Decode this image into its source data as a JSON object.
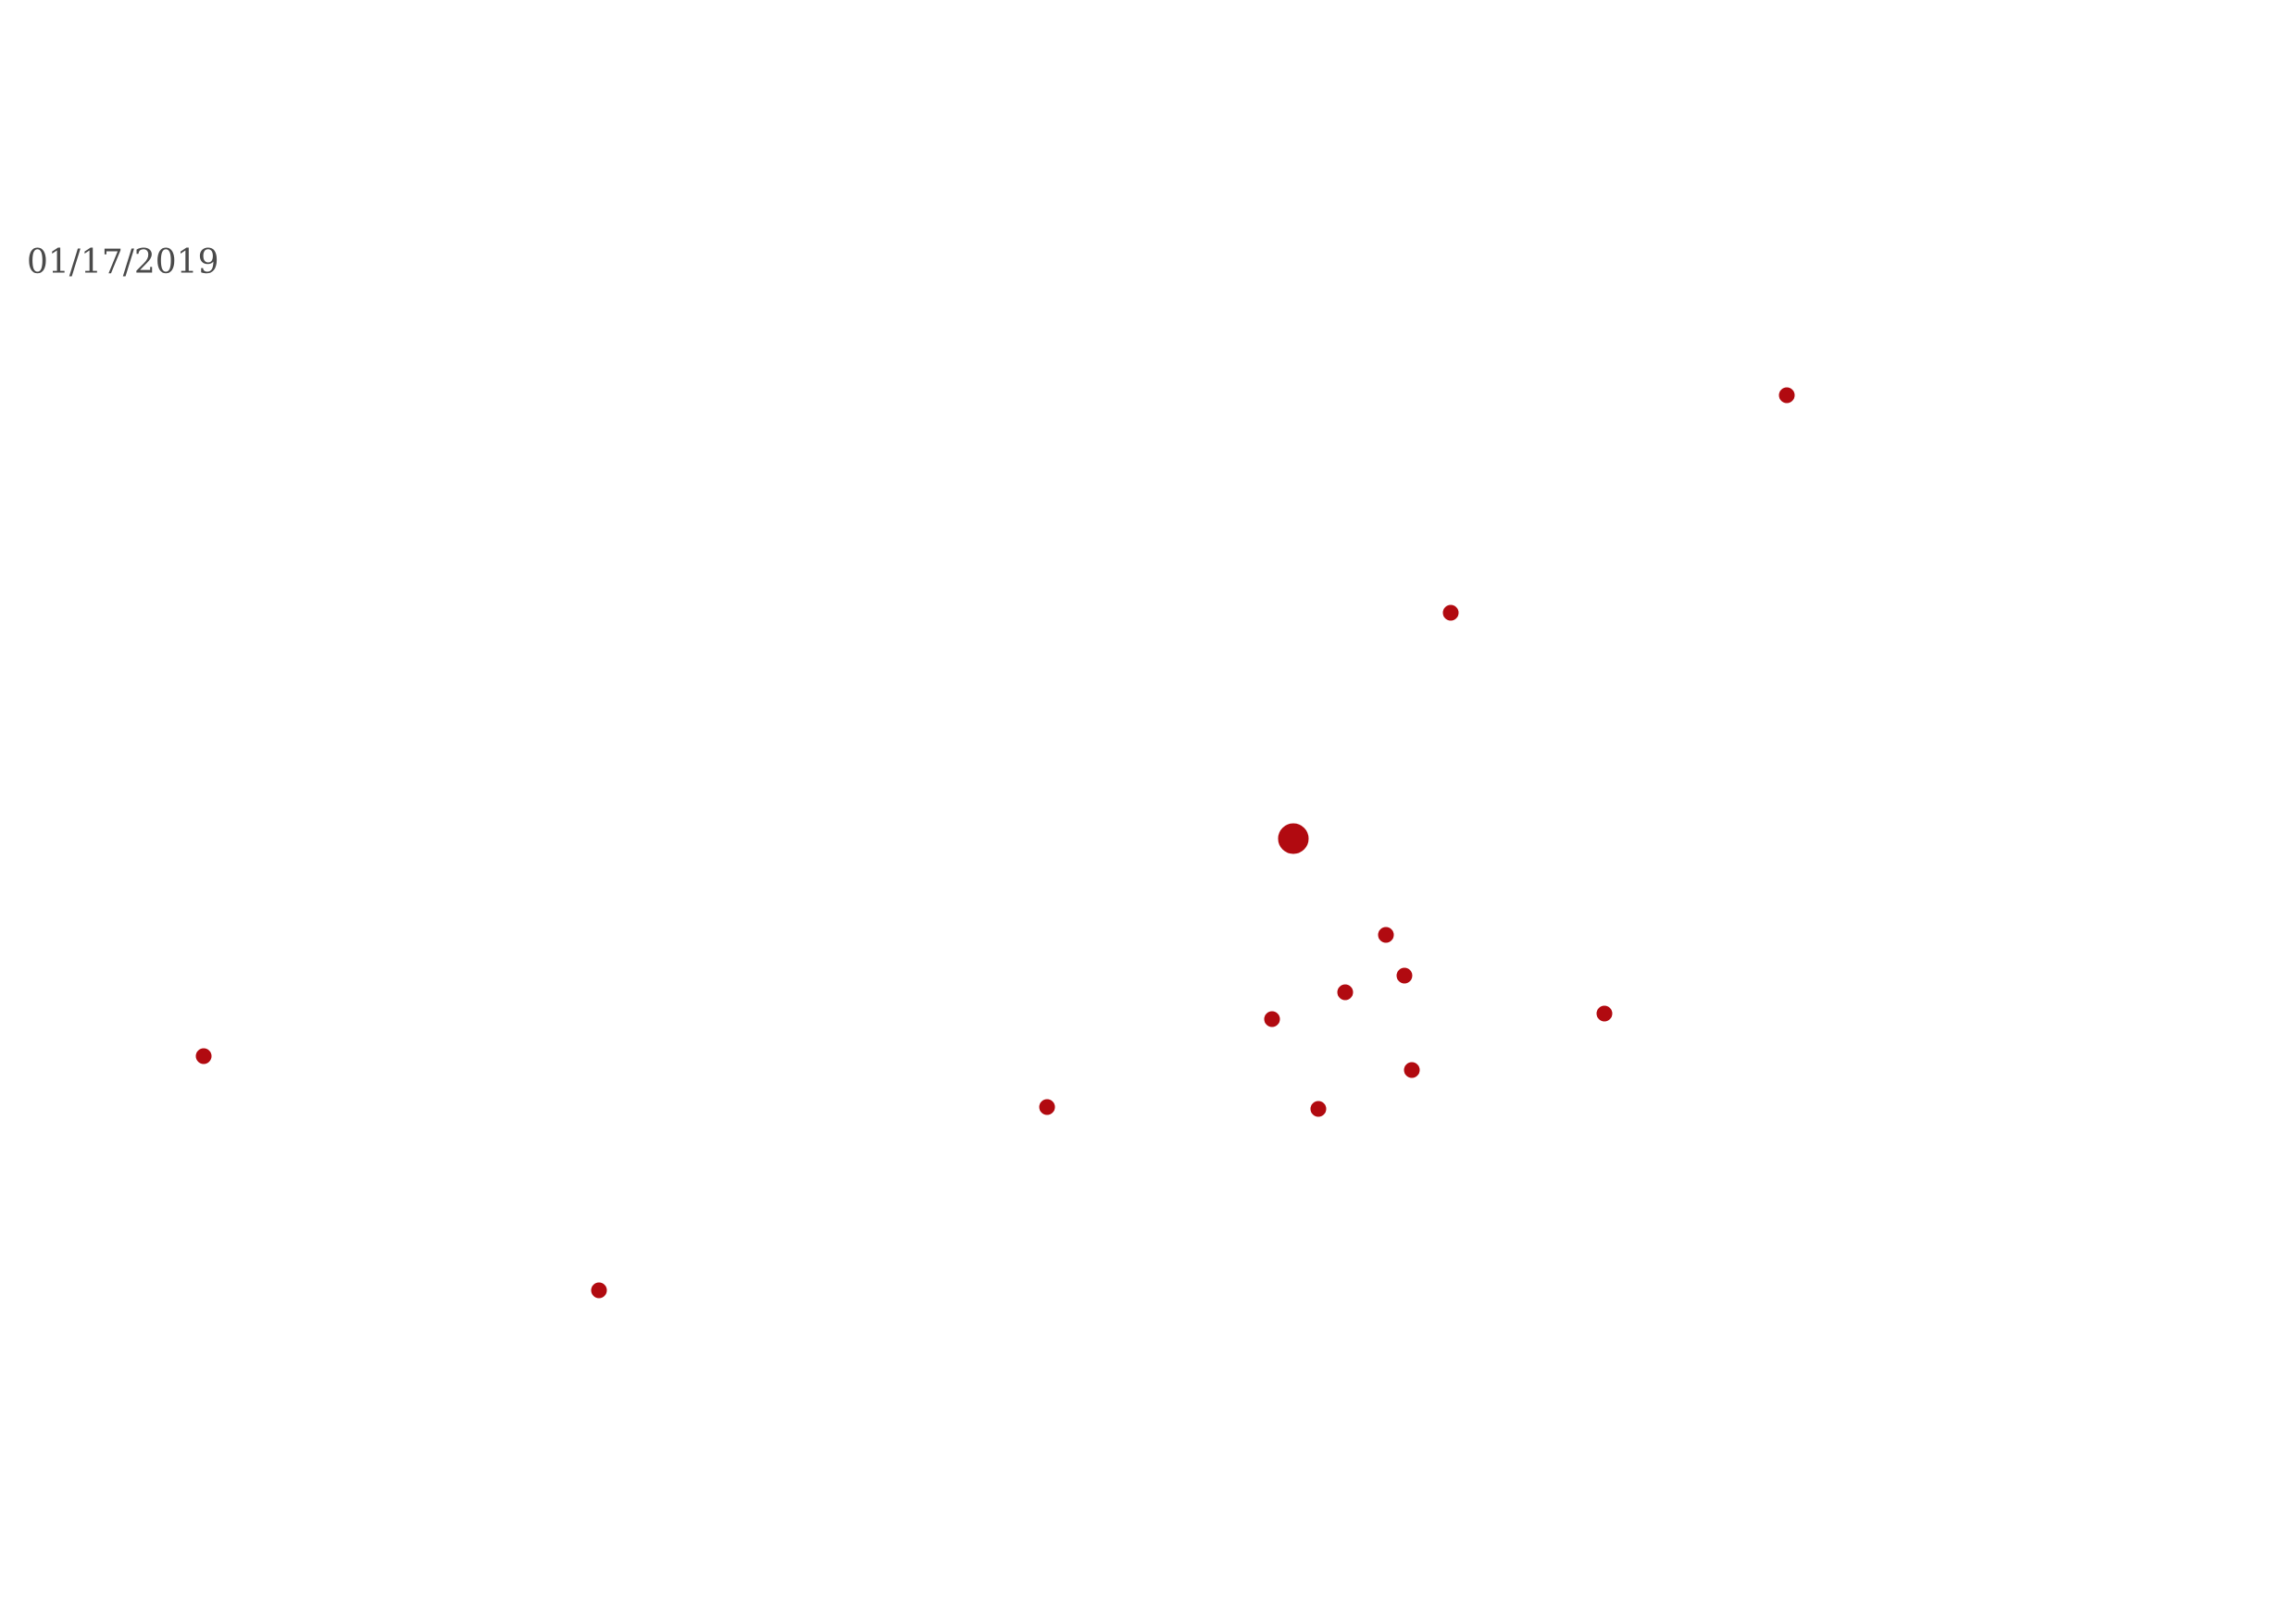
{
  "map": {
    "date_label": "01/17/2019",
    "marker_color": "#b10a10",
    "marker_stroke": "#ffffff",
    "markers": [
      {
        "id": "marker-1",
        "size": "small"
      },
      {
        "id": "marker-2",
        "size": "small"
      },
      {
        "id": "marker-3",
        "size": "large"
      },
      {
        "id": "marker-4",
        "size": "small"
      },
      {
        "id": "marker-5",
        "size": "small"
      },
      {
        "id": "marker-6",
        "size": "small"
      },
      {
        "id": "marker-7",
        "size": "small"
      },
      {
        "id": "marker-8",
        "size": "small"
      },
      {
        "id": "marker-9",
        "size": "small"
      },
      {
        "id": "marker-10",
        "size": "small"
      },
      {
        "id": "marker-11",
        "size": "small"
      },
      {
        "id": "marker-12",
        "size": "small"
      },
      {
        "id": "marker-13",
        "size": "small"
      },
      {
        "id": "marker-14",
        "size": "small"
      }
    ]
  }
}
